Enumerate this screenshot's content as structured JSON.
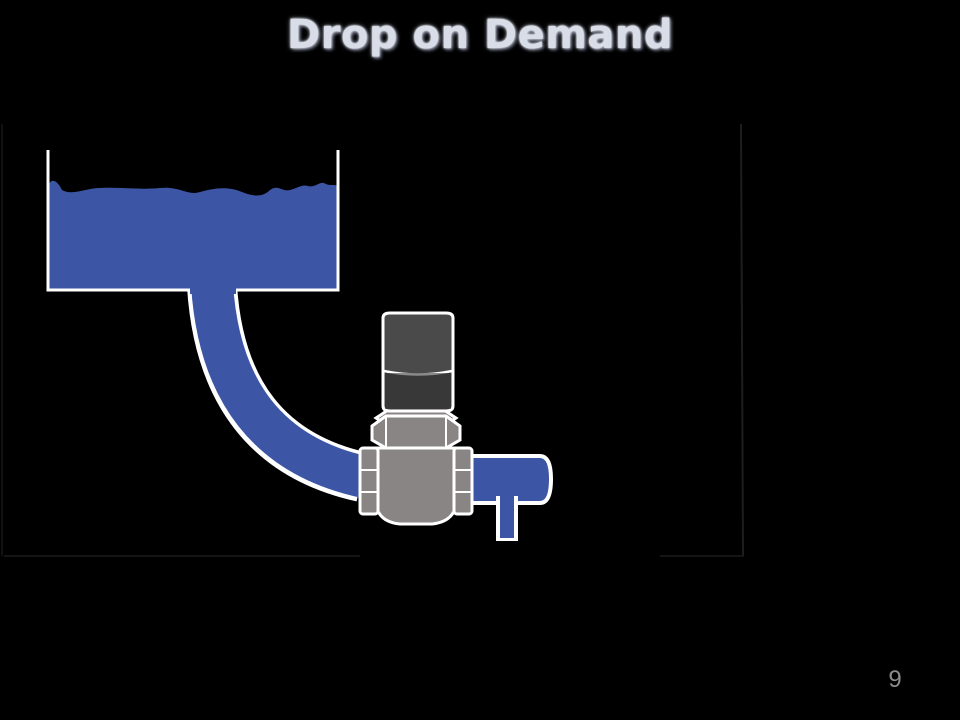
{
  "slide": {
    "title": "Drop on Demand",
    "page_number": "9"
  },
  "colors": {
    "background": "#000000",
    "fluid": "#3d55a5",
    "outline": "#ffffff",
    "valve_body": "#8a8585",
    "actuator": "#4a4a4a"
  },
  "diagram": {
    "parts": [
      "ink-reservoir",
      "feed-tube",
      "solenoid-actuator",
      "valve-body",
      "outlet-pipe",
      "nozzle"
    ]
  }
}
